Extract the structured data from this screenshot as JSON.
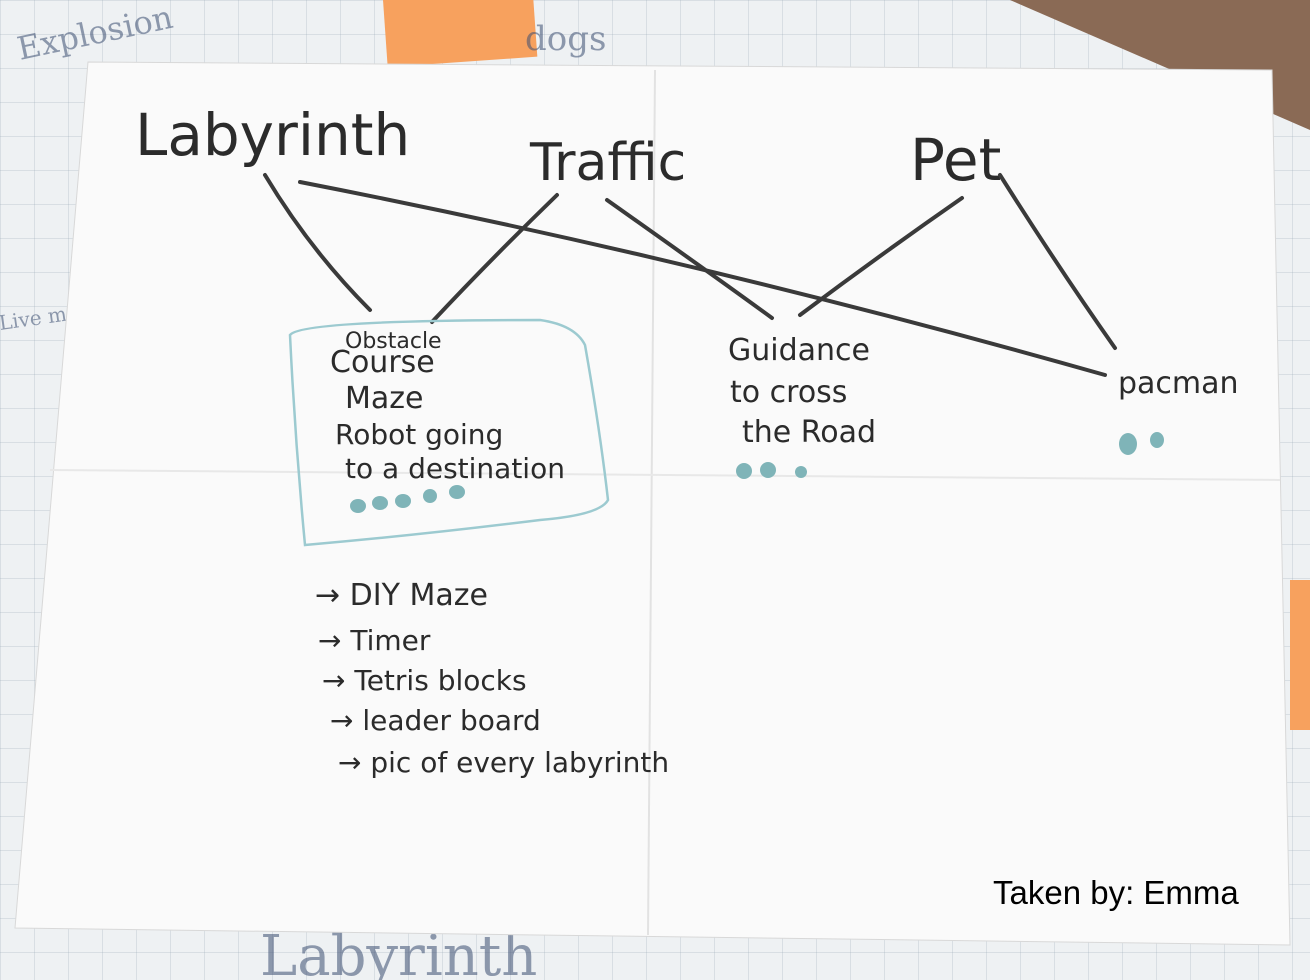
{
  "photo": {
    "headings": [
      "Labyrinth",
      "Traffic",
      "Pet"
    ],
    "ideas": {
      "labyrinth_box": [
        "Obstacle",
        "Course",
        "Maze",
        "Robot going",
        "to a destination"
      ],
      "guidance": [
        "Guidance",
        "to cross",
        "the Road"
      ],
      "pacman": "pacman"
    },
    "features": [
      "→ DIY Maze",
      "→ Timer",
      "→ Tetris blocks",
      "→ leader board",
      "→ pic of every labyrinth"
    ],
    "background_snippets": [
      "Labyrinth",
      "dogs",
      "Explosion",
      "Live m..."
    ]
  },
  "credit": "Taken by: Emma"
}
